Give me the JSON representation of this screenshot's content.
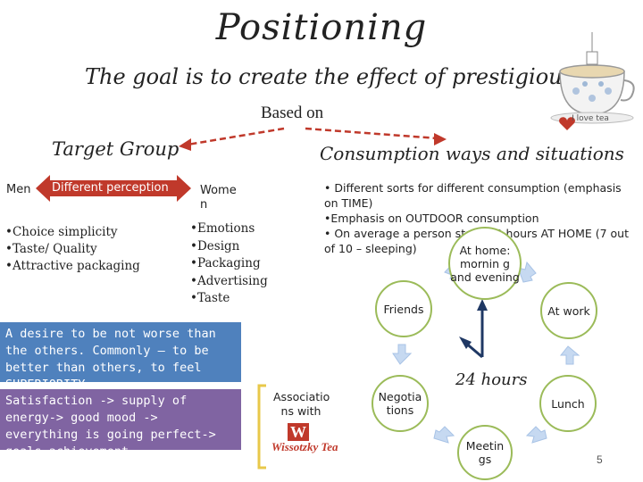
{
  "title": "Positioning",
  "goal": "The goal is to create the effect of prestigiousness",
  "based_on": "Based on",
  "target_group": "Target Group",
  "consumption_heading": "Consumption ways and situations",
  "men_label": "Men",
  "women_label_line1": "Wome",
  "women_label_line2": "n",
  "perception_label": "Different perception",
  "men_items": [
    "Choice simplicity",
    "Taste/ Quality",
    "Attractive packaging"
  ],
  "women_items": [
    "Emotions",
    "Design",
    "Packaging",
    "Advertising",
    "Taste"
  ],
  "consumption_items": [
    " Different sorts for different consumption (emphasis on TIME)",
    "Emphasis on OUTDOOR consumption",
    " On average a person stays 10 hours AT HOME (7 out of 10 – sleeping)"
  ],
  "desire_box": "A desire to be not worse than the others. Commonly – to be better than others, to feel SUPERIORITY.",
  "satisfaction_box": "Satisfaction -> supply of energy-> good mood -> everything is going perfect-> goals achievement",
  "association_label": "Associatio ns with",
  "logo_text": "Wissotzky Tea",
  "logo_letter": "W",
  "cycle_label": "24 hours",
  "cycle_nodes": {
    "home": "At home: mornin g and evening",
    "work": "At work",
    "lunch": "Lunch",
    "meetings": "Meetin gs",
    "negotiations": "Negotia tions",
    "friends": "Friends"
  },
  "teacup_caption": "I love tea",
  "page_number": "5",
  "colors": {
    "red_arrow": "#c0392b",
    "blue_box": "#4f81bd",
    "purple_box": "#8064a2",
    "cycle_border": "#9bbb59",
    "cycle_arrow": "#c6d9f1",
    "clock_hands": "#1f3864",
    "bracket": "#e8c84a"
  }
}
